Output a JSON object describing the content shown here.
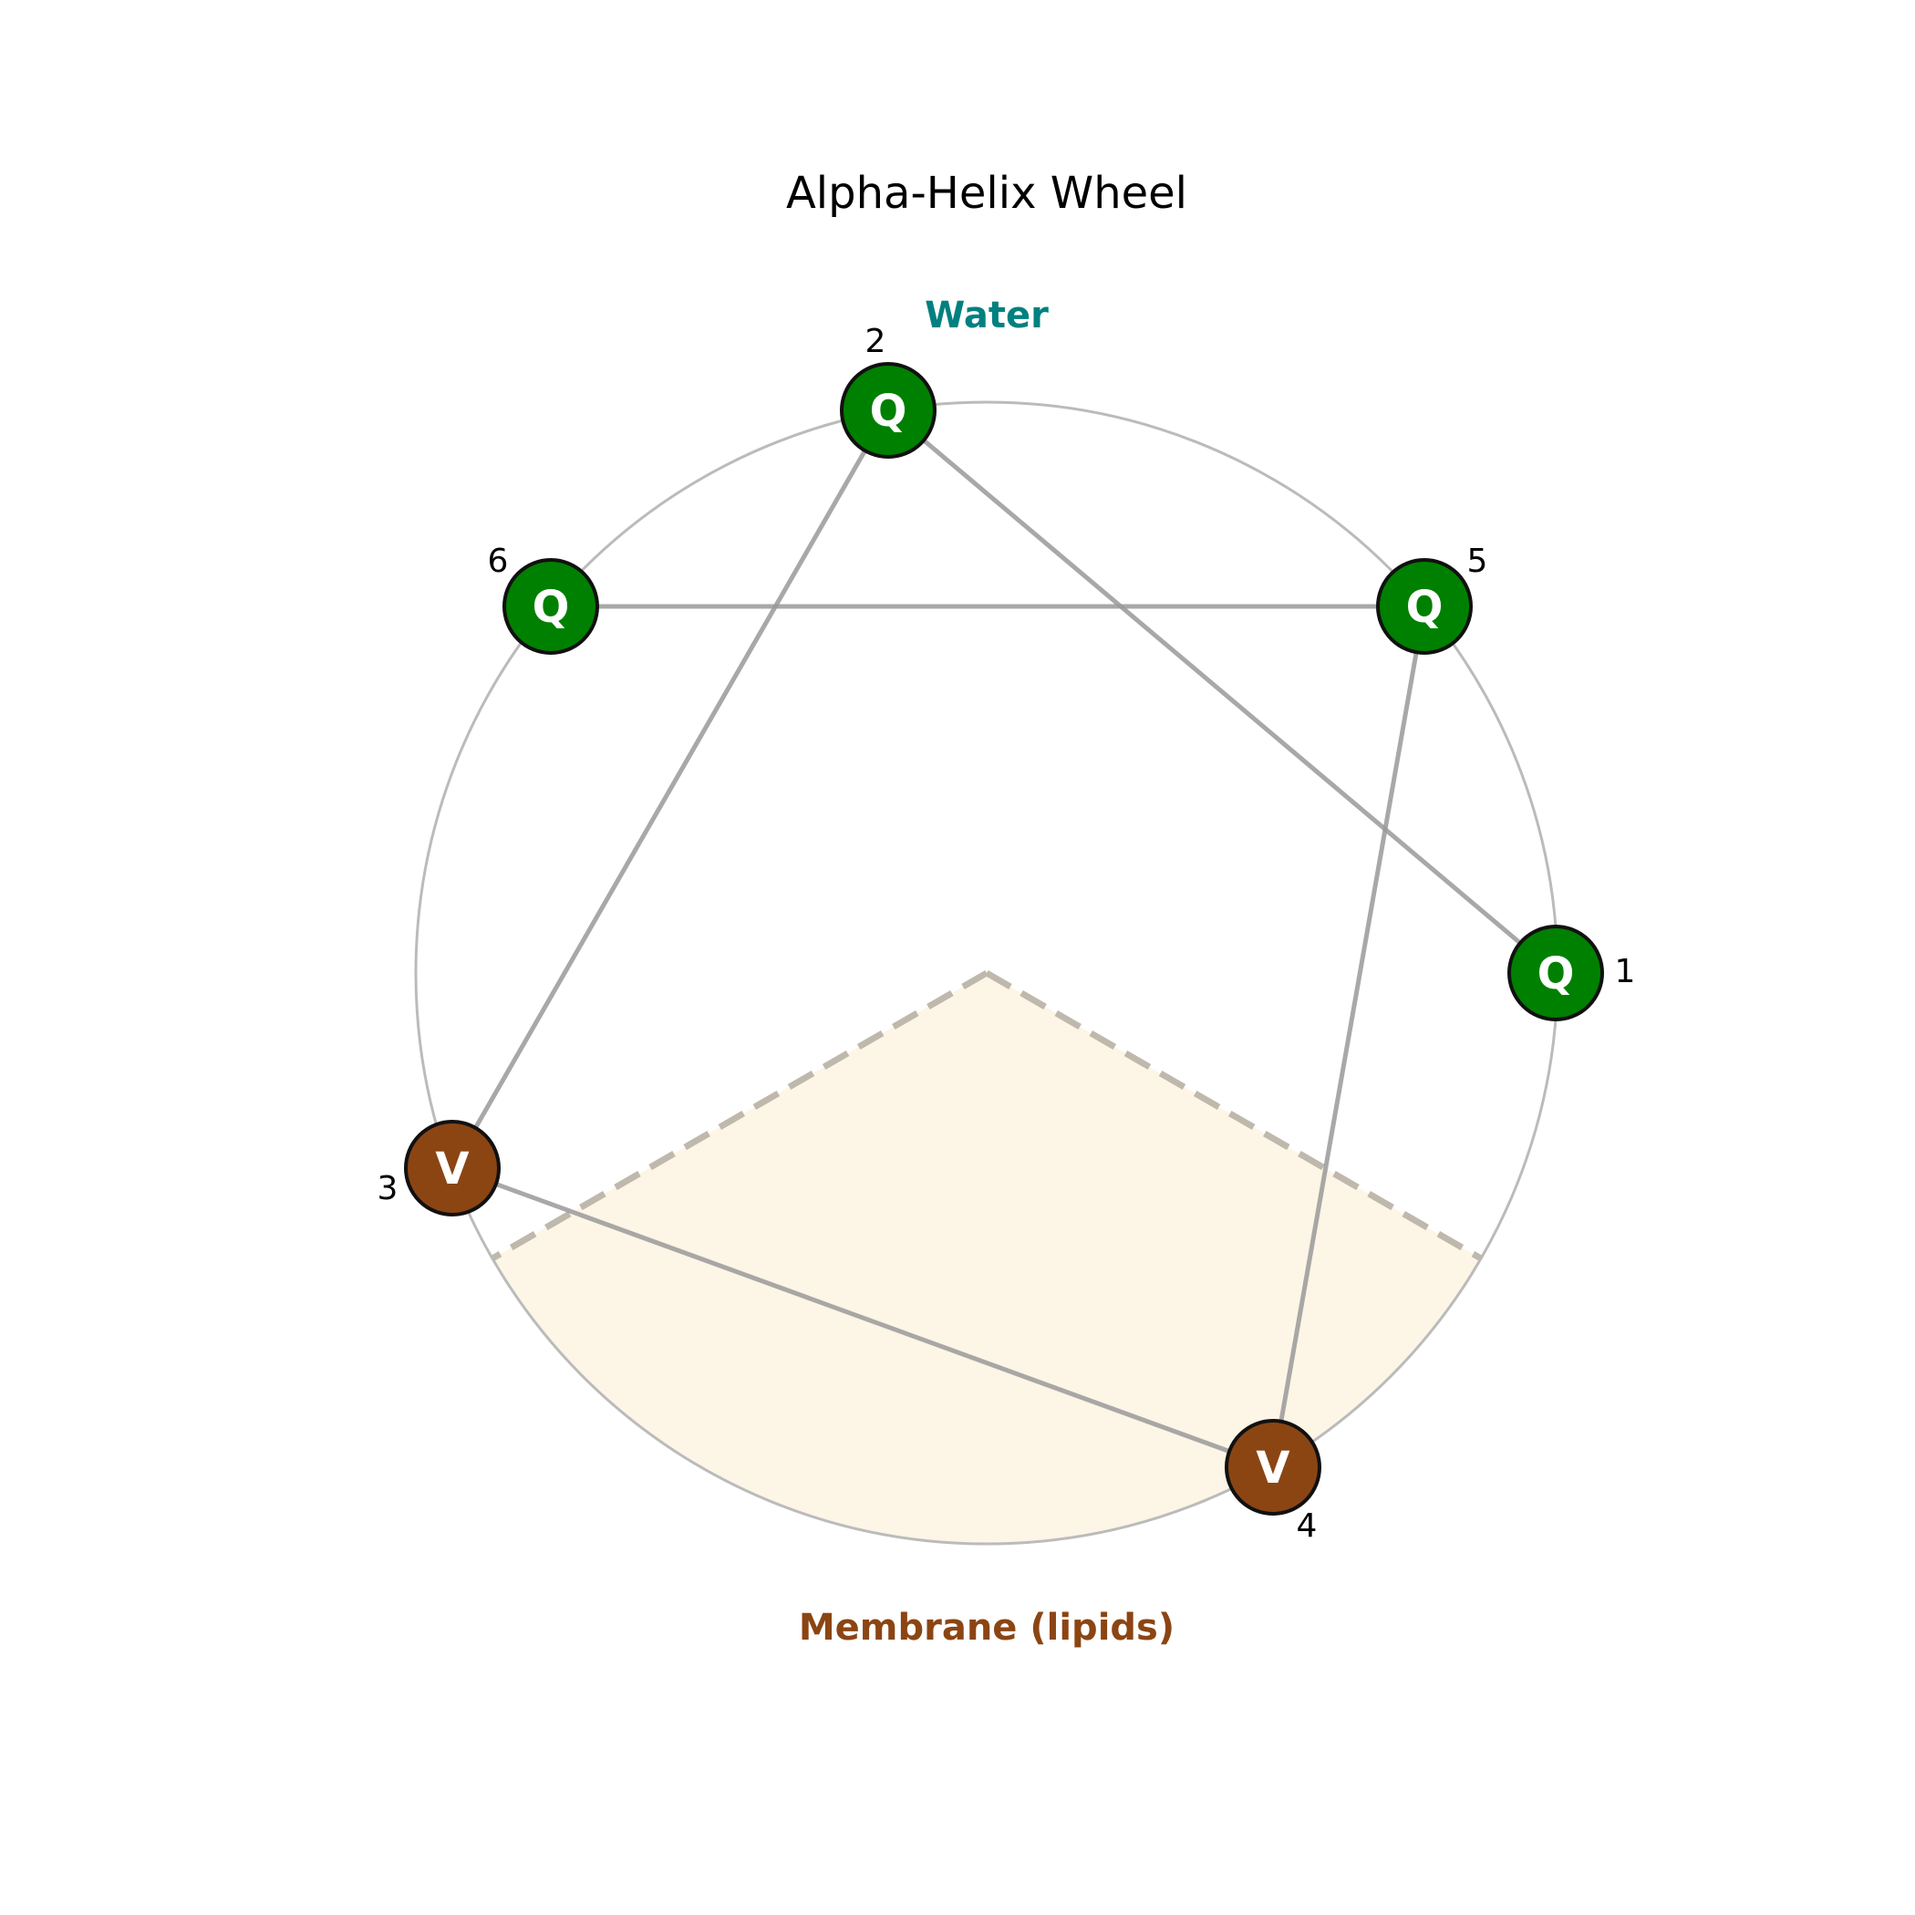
{
  "title": "Alpha-Helix Wheel",
  "labels": {
    "water": "Water",
    "membrane": "Membrane (lipids)"
  },
  "colors": {
    "water_label": "#008080",
    "membrane_label": "#8B4513",
    "hydrophilic": "#008000",
    "hydrophobic": "#8B4513",
    "membrane_fill": "#FDF5E6",
    "connector": "#999999",
    "wheel": "#bbbbbb"
  },
  "residues": [
    {
      "number": "1",
      "letter": "Q",
      "type": "hydrophilic"
    },
    {
      "number": "2",
      "letter": "Q",
      "type": "hydrophilic"
    },
    {
      "number": "3",
      "letter": "V",
      "type": "hydrophobic"
    },
    {
      "number": "4",
      "letter": "V",
      "type": "hydrophobic"
    },
    {
      "number": "5",
      "letter": "Q",
      "type": "hydrophilic"
    },
    {
      "number": "6",
      "letter": "Q",
      "type": "hydrophilic"
    }
  ]
}
